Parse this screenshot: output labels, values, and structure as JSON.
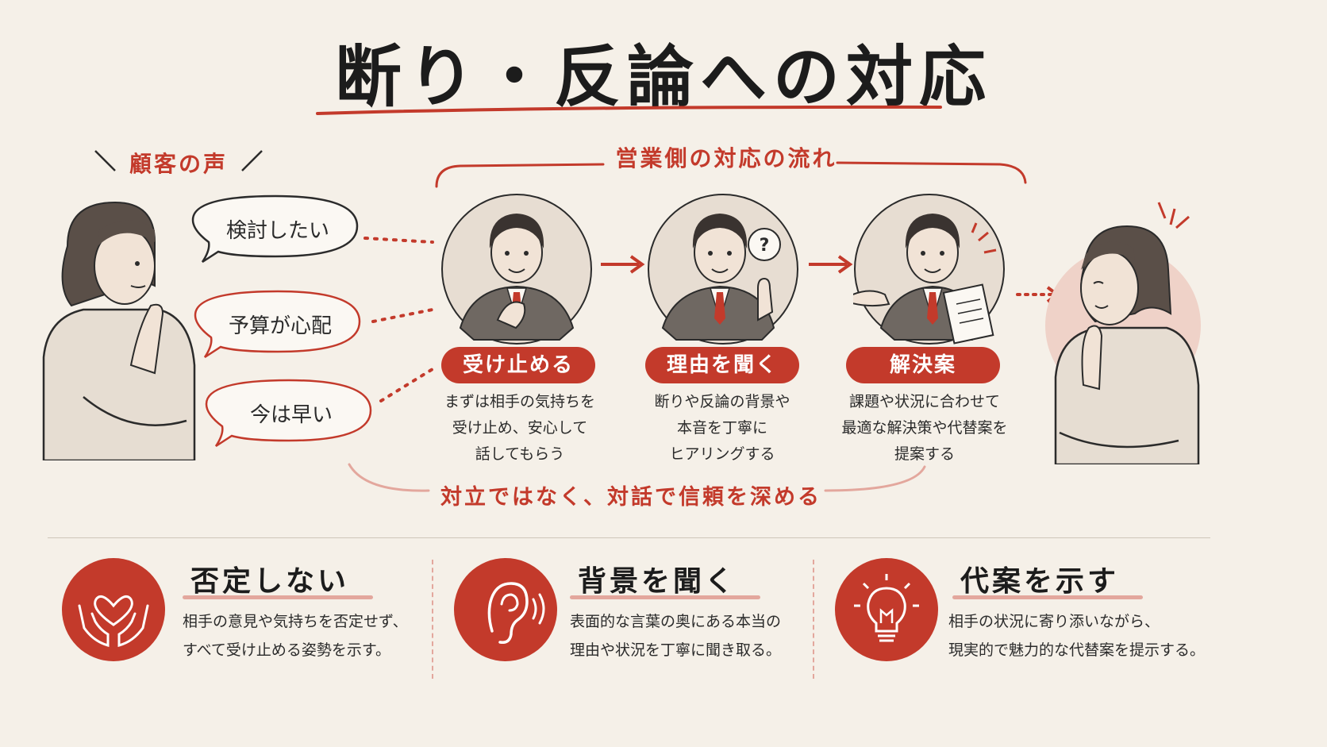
{
  "title": "断り・反論への対応",
  "customer_label": "顧客の声",
  "flow_label": "営業側の対応の流れ",
  "bubbles": [
    "検討したい",
    "予算が心配",
    "今は早い"
  ],
  "steps": [
    {
      "label": "受け止める",
      "desc": [
        "まずは相手の気持ちを",
        "受け止め、安心して",
        "話してもらう"
      ]
    },
    {
      "label": "理由を聞く",
      "desc": [
        "断りや反論の背景や",
        "本音を丁寧に",
        "ヒアリングする"
      ]
    },
    {
      "label": "解決案",
      "desc": [
        "課題や状況に合わせて",
        "最適な解決策や代替案を",
        "提案する"
      ]
    }
  ],
  "question_mark": "?",
  "message": "対立ではなく、対話で信頼を深める",
  "tips": [
    {
      "title": "否定しない",
      "icon": "heart-hands-icon",
      "desc": [
        "相手の意見や気持ちを否定せず、",
        "すべて受け止める姿勢を示す。"
      ]
    },
    {
      "title": "背景を聞く",
      "icon": "ear-icon",
      "desc": [
        "表面的な言葉の奥にある本当の",
        "理由や状況を丁寧に聞き取る。"
      ]
    },
    {
      "title": "代案を示す",
      "icon": "lightbulb-icon",
      "desc": [
        "相手の状況に寄り添いながら、",
        "現実的で魅力的な代替案を提示する。"
      ]
    }
  ],
  "colors": {
    "accent": "#c33a2b",
    "background": "#f5f0e8",
    "text": "#2b2b2b"
  }
}
